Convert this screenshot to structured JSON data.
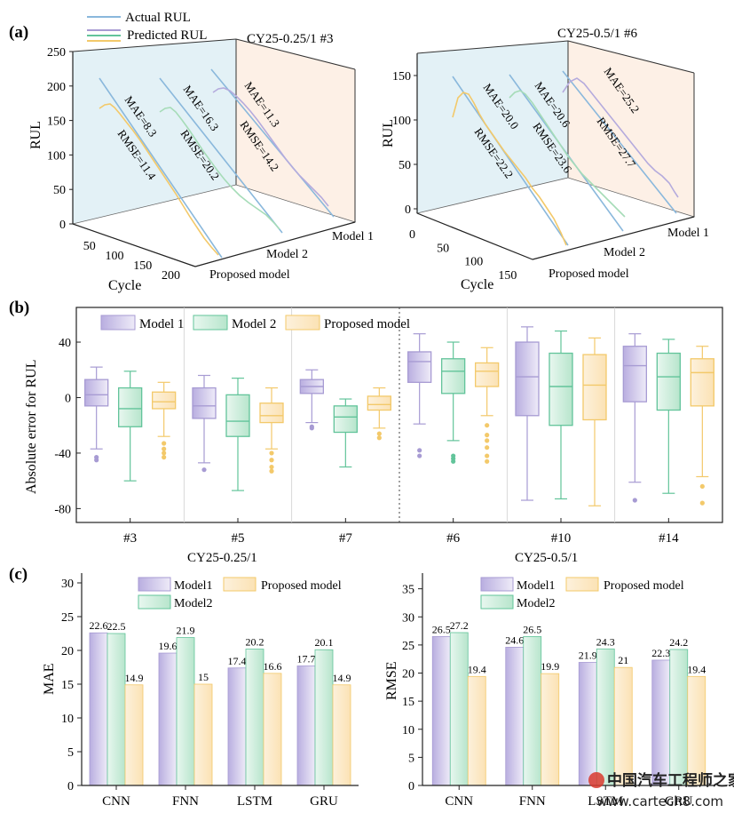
{
  "colors": {
    "model1": "#a79bd3",
    "model2": "#62c49a",
    "proposed": "#f3c96a",
    "actual": "#8ab8dc",
    "wall_blue": "#e3f1f6",
    "wall_peach": "#fdf0e6"
  },
  "watermark": {
    "cn": "中国汽车工程师之家",
    "url": "www.cartech8.com",
    "icon": "cartech-logo-icon"
  },
  "panel_a": {
    "label": "(a)",
    "legend": [
      "Actual RUL",
      "Predicted RUL"
    ],
    "left": {
      "title": "CY25-0.25/1 #3",
      "ylabel": "RUL",
      "xlabel": "Cycle",
      "yticks": [
        "0",
        "50",
        "100",
        "150",
        "200",
        "250"
      ],
      "xticks": [
        "50",
        "100",
        "150",
        "200"
      ],
      "depth_labels": [
        "Model 1",
        "Model 2",
        "Proposed model"
      ],
      "metrics": [
        {
          "mae": "MAE=8.3",
          "rmse": "RMSE=11.4"
        },
        {
          "mae": "MAE=16.3",
          "rmse": "RMSE=20.2"
        },
        {
          "mae": "MAE=11.3",
          "rmse": "RMSE=14.2"
        }
      ]
    },
    "right": {
      "title": "CY25-0.5/1 #6",
      "ylabel": "RUL",
      "xlabel": "Cycle",
      "yticks": [
        "0",
        "50",
        "100",
        "150"
      ],
      "xticks": [
        "0",
        "50",
        "100",
        "150"
      ],
      "depth_labels": [
        "Model 1",
        "Model 2",
        "Proposed model"
      ],
      "metrics": [
        {
          "mae": "MAE=20.0",
          "rmse": "RMSE=22.2"
        },
        {
          "mae": "MAE=20.6",
          "rmse": "RMSE=23.6"
        },
        {
          "mae": "MAE=25.2",
          "rmse": "RMSE=27.7"
        }
      ]
    }
  },
  "chart_data": [
    {
      "type": "box",
      "label": "(b)",
      "ylabel": "Absolute error for RUL",
      "ylim": [
        -90,
        65
      ],
      "yticks": [
        40,
        0,
        -40,
        -80
      ],
      "legend": [
        "Model 1",
        "Model 2",
        "Proposed model"
      ],
      "categories": [
        "#3",
        "#5",
        "#7",
        "#6",
        "#10",
        "#14"
      ],
      "groups": [
        {
          "label": "CY25-0.25/1",
          "categories": [
            "#3",
            "#5",
            "#7"
          ]
        },
        {
          "label": "CY25-0.5/1",
          "categories": [
            "#6",
            "#10",
            "#14"
          ]
        }
      ],
      "series": [
        {
          "name": "Model 1",
          "boxes": [
            {
              "min": -37,
              "q1": -6,
              "median": 2,
              "q3": 13,
              "max": 22,
              "outliers": [
                -43,
                -45
              ]
            },
            {
              "min": -47,
              "q1": -15,
              "median": -6,
              "q3": 7,
              "max": 16,
              "outliers": [
                -52
              ]
            },
            {
              "min": -18,
              "q1": 3,
              "median": 8,
              "q3": 13,
              "max": 20,
              "outliers": [
                -21,
                -22
              ]
            },
            {
              "min": -19,
              "q1": 11,
              "median": 26,
              "q3": 33,
              "max": 46,
              "outliers": [
                -38,
                -42
              ]
            },
            {
              "min": -74,
              "q1": -13,
              "median": 15,
              "q3": 40,
              "max": 51,
              "outliers": []
            },
            {
              "min": -61,
              "q1": -3,
              "median": 23,
              "q3": 37,
              "max": 46,
              "outliers": [
                -74
              ]
            }
          ]
        },
        {
          "name": "Model 2",
          "boxes": [
            {
              "min": -60,
              "q1": -21,
              "median": -8,
              "q3": 7,
              "max": 19,
              "outliers": []
            },
            {
              "min": -67,
              "q1": -28,
              "median": -17,
              "q3": 2,
              "max": 14,
              "outliers": []
            },
            {
              "min": -50,
              "q1": -25,
              "median": -14,
              "q3": -6,
              "max": -1,
              "outliers": []
            },
            {
              "min": -31,
              "q1": 3,
              "median": 19,
              "q3": 28,
              "max": 40,
              "outliers": [
                -42,
                -44,
                -46
              ]
            },
            {
              "min": -73,
              "q1": -20,
              "median": 8,
              "q3": 32,
              "max": 48,
              "outliers": []
            },
            {
              "min": -69,
              "q1": -9,
              "median": 15,
              "q3": 32,
              "max": 42,
              "outliers": []
            }
          ]
        },
        {
          "name": "Proposed model",
          "boxes": [
            {
              "min": -28,
              "q1": -8,
              "median": -3,
              "q3": 4,
              "max": 11,
              "outliers": [
                -33,
                -37,
                -40,
                -43
              ]
            },
            {
              "min": -37,
              "q1": -18,
              "median": -13,
              "q3": -4,
              "max": 7,
              "outliers": [
                -40,
                -45,
                -50,
                -53
              ]
            },
            {
              "min": -22,
              "q1": -9,
              "median": -5,
              "q3": 1,
              "max": 7,
              "outliers": [
                -26,
                -29
              ]
            },
            {
              "min": -13,
              "q1": 8,
              "median": 19,
              "q3": 25,
              "max": 36,
              "outliers": [
                -20,
                -27,
                -31,
                -36,
                -42,
                -46
              ]
            },
            {
              "min": -78,
              "q1": -16,
              "median": 9,
              "q3": 31,
              "max": 43,
              "outliers": []
            },
            {
              "min": -57,
              "q1": -6,
              "median": 18,
              "q3": 28,
              "max": 37,
              "outliers": [
                -64,
                -76
              ]
            }
          ]
        }
      ]
    },
    {
      "type": "bar",
      "label": "(c)",
      "ylabel": "MAE",
      "ylim": [
        0,
        30
      ],
      "yticks": [
        0,
        5,
        10,
        15,
        20,
        25,
        30
      ],
      "categories": [
        "CNN",
        "FNN",
        "LSTM",
        "GRU"
      ],
      "legend": [
        "Model1",
        "Model2",
        "Proposed model"
      ],
      "series": [
        {
          "name": "Model1",
          "values": [
            22.6,
            19.6,
            17.4,
            17.7
          ]
        },
        {
          "name": "Model2",
          "values": [
            22.5,
            21.9,
            20.2,
            20.1
          ]
        },
        {
          "name": "Proposed model",
          "values": [
            14.9,
            15,
            16.6,
            14.9
          ]
        }
      ]
    },
    {
      "type": "bar",
      "ylabel": "RMSE",
      "ylim": [
        0,
        37
      ],
      "yticks": [
        0,
        5,
        10,
        15,
        20,
        25,
        30,
        35
      ],
      "categories": [
        "CNN",
        "FNN",
        "LSTM",
        "GRU"
      ],
      "legend": [
        "Model1",
        "Model2",
        "Proposed model"
      ],
      "series": [
        {
          "name": "Model1",
          "values": [
            26.5,
            24.6,
            21.9,
            22.3
          ]
        },
        {
          "name": "Model2",
          "values": [
            27.2,
            26.5,
            24.3,
            24.2
          ]
        },
        {
          "name": "Proposed model",
          "values": [
            19.4,
            19.9,
            21,
            19.4
          ]
        }
      ]
    }
  ]
}
